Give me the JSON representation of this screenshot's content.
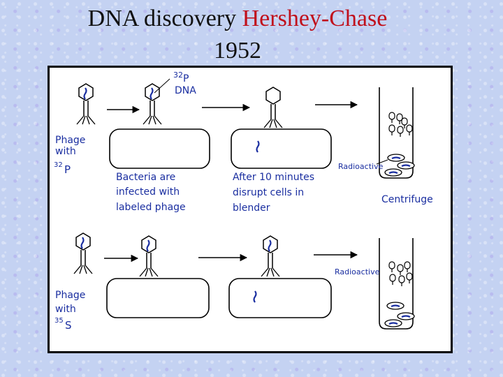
{
  "title": {
    "line1_prefix": "DNA discovery ",
    "line1_highlight": "Hershey-Chase",
    "line2": "1952"
  },
  "colors": {
    "title_highlight": "#c0101c",
    "diagram_text": "#1a2ea0",
    "background": "#c4d2f2"
  },
  "diagram": {
    "label_32p_super": "32",
    "label_32p_p": "P",
    "label_dna": "DNA",
    "phage_with_32p": [
      "Phage",
      "with"
    ],
    "phage_32p_iso": "32",
    "phage_32p_p": "P",
    "bacteria_infected": [
      "Bacteria are",
      "infected with",
      "labeled phage"
    ],
    "after_10": [
      "After 10 minutes",
      "disrupt cells in",
      "blender"
    ],
    "radioactive_top": "Radioactive",
    "centrifuge": "Centrifuge",
    "phage_with_35s": [
      "Phage",
      "with"
    ],
    "phage_35s_iso": "35",
    "phage_35s_s": "S",
    "radioactive_bottom": "Radioactive"
  }
}
